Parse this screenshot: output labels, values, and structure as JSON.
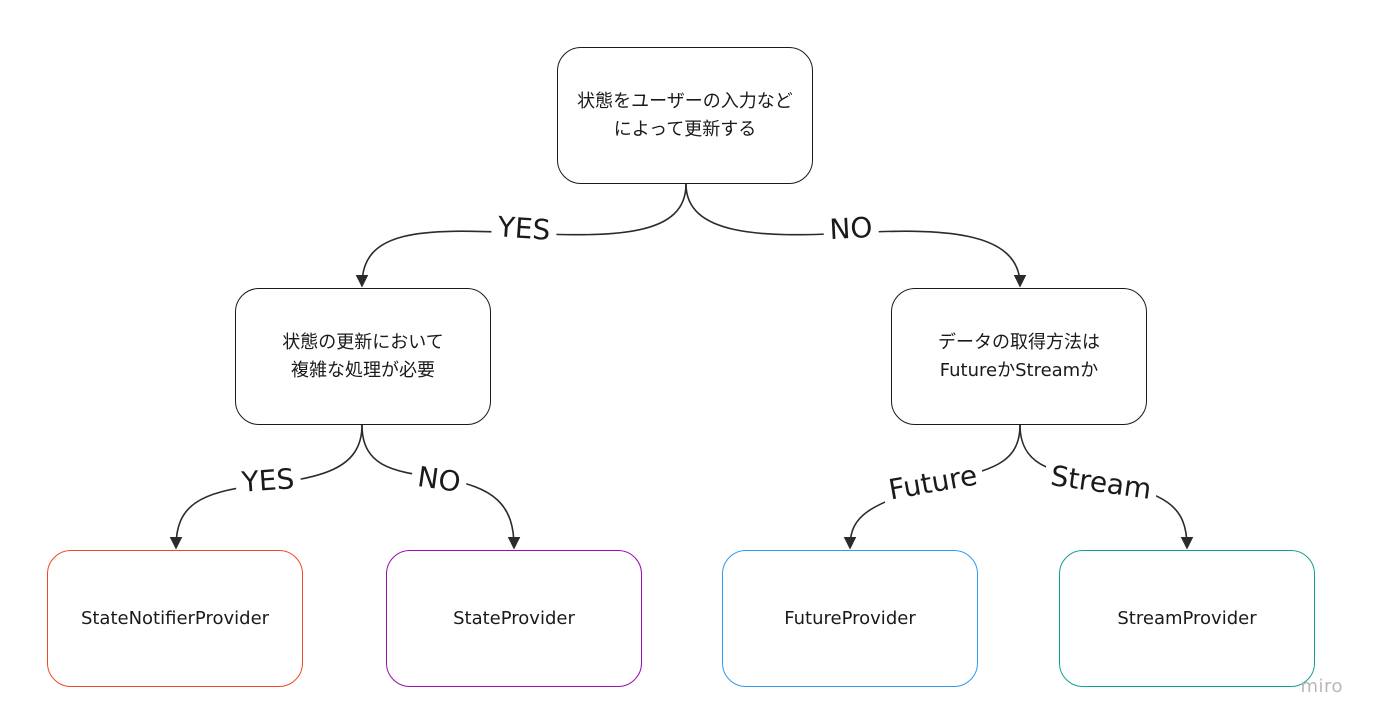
{
  "nodes": {
    "root": "状態をユーザーの入力など\nによって更新する",
    "left": "状態の更新において\n複雑な処理が必要",
    "right": "データの取得方法は\nFutureかStreamか",
    "state_notifier_provider": "StateNotifierProvider",
    "state_provider": "StateProvider",
    "future_provider": "FutureProvider",
    "stream_provider": "StreamProvider"
  },
  "edges": {
    "root_yes": "YES",
    "root_no": "NO",
    "left_yes": "YES",
    "left_no": "NO",
    "right_future": "Future",
    "right_stream": "Stream"
  },
  "colors": {
    "state_notifier_provider": "#f24726",
    "state_provider": "#9510ac",
    "future_provider": "#2d9bf0",
    "stream_provider": "#12a08e"
  },
  "watermark": "miro"
}
